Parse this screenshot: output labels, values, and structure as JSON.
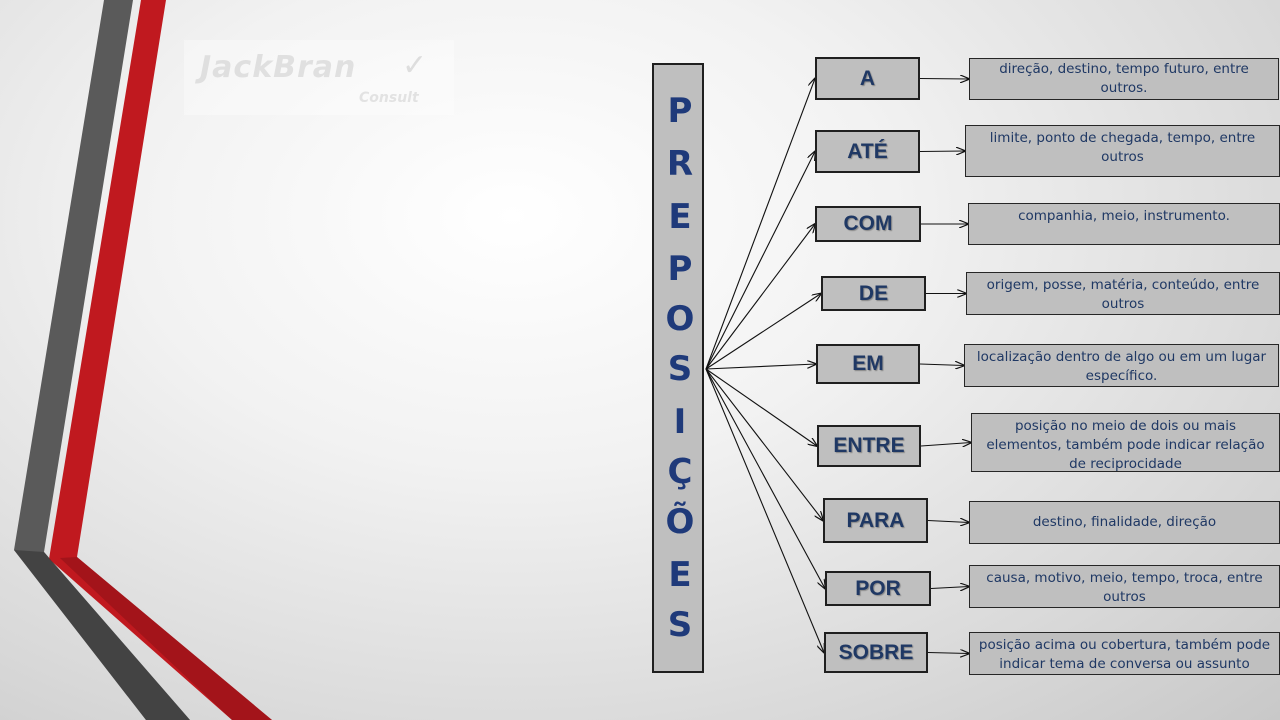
{
  "watermark": {
    "brand": "JackBran",
    "sub": "Consult"
  },
  "title_letters": [
    "P",
    "R",
    "E",
    "P",
    "O",
    "S",
    "I",
    "Ç",
    "Õ",
    "E",
    "S"
  ],
  "items": [
    {
      "prep": "A",
      "desc": "direção, destino, tempo futuro, entre outros."
    },
    {
      "prep": "ATÉ",
      "desc": "limite, ponto de chegada, tempo, entre outros"
    },
    {
      "prep": "COM",
      "desc": "companhia, meio, instrumento."
    },
    {
      "prep": "DE",
      "desc": "origem, posse, matéria, conteúdo, entre outros"
    },
    {
      "prep": "EM",
      "desc": "localização dentro de algo ou em um lugar específico."
    },
    {
      "prep": "ENTRE",
      "desc": "posição no meio de dois ou mais elementos, também pode indicar relação de reciprocidade"
    },
    {
      "prep": "PARA",
      "desc": "destino, finalidade, direção"
    },
    {
      "prep": "POR",
      "desc": "causa, motivo, meio, tempo, troca, entre outros"
    },
    {
      "prep": "SOBRE",
      "desc": "posição acima ou cobertura, também pode indicar tema de conversa ou assunto"
    }
  ],
  "colors": {
    "box_fill": "#bfbfbf",
    "text_blue": "#1f3864",
    "stripe_red": "#c0191f",
    "stripe_gray": "#595959"
  }
}
